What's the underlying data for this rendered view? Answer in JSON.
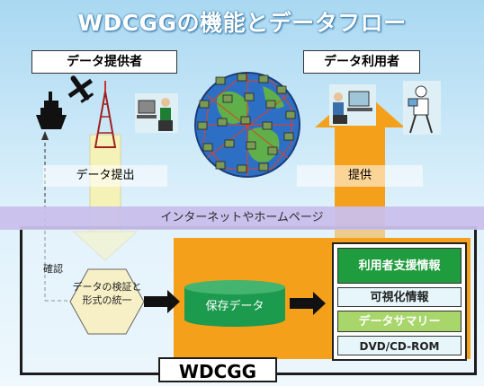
{
  "title": "WDCGGの機能とデータフロー",
  "provider_label": "データ提供者",
  "user_label": "データ利用者",
  "submit_label": "データ提出",
  "provide_label": "提供",
  "internet_label": "インターネットやホームページ",
  "confirm_label": "確認",
  "process_label": "データの検証と形式の統一",
  "storage_label": "保存データ",
  "info_items": [
    "利用者支援情報",
    "可視化情報",
    "データサマリー",
    "DVD/CD-ROM"
  ],
  "system_label": "WDCGG",
  "colors": {
    "orange": "#f5a01a",
    "internet_band": "#c9c0ec",
    "storage_green": "#1c9a4e",
    "info_green_dark": "#1f9c3d",
    "info_green_light": "#a8d66a",
    "info_lightblue": "#e6f6fb",
    "hexagon": "#f7f0c6",
    "submit_arrow": "#f5f2b8"
  }
}
